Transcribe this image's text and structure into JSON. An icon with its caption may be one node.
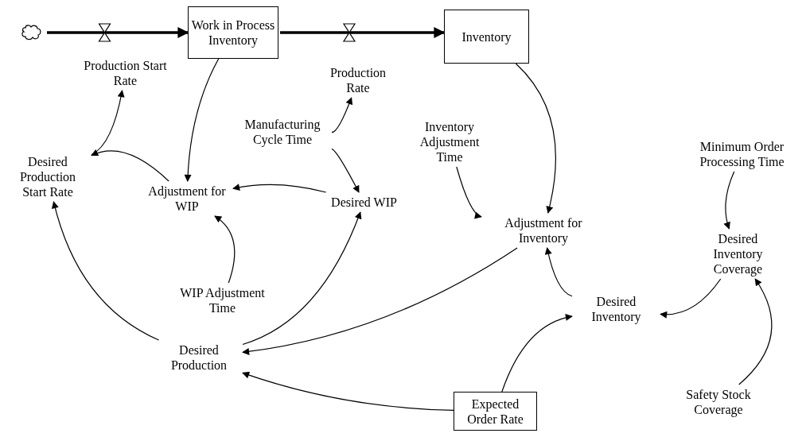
{
  "diagram": {
    "nodes": [
      {
        "text": [],
        "shape": "cloud"
      },
      {
        "text": [
          "Work in Process Inventory"
        ]
      },
      {
        "text": [
          "Inventory"
        ]
      },
      {
        "text": [
          "Production Start Rate"
        ]
      },
      {
        "text": [
          "Production Rate"
        ]
      },
      {
        "text": [
          "Desired Production Start Rate"
        ]
      },
      {
        "text": [
          "Manufacturing Cycle Time"
        ]
      },
      {
        "text": [
          "Adjustment for WIP"
        ]
      },
      {
        "text": [
          "Desired WIP"
        ]
      },
      {
        "text": [
          "WIP Adjustment Time"
        ]
      },
      {
        "text": [
          "Inventory Adjustment Time"
        ]
      },
      {
        "text": [
          "Adjustment for Inventory"
        ]
      },
      {
        "text": [
          "Minimum Order Processing Time"
        ]
      },
      {
        "text": [
          "Desired Inventory Coverage"
        ]
      },
      {
        "text": [
          "Desired Inventory"
        ]
      },
      {
        "text": [
          "Desired Production"
        ]
      },
      {
        "text": [
          "Safety Stock Coverage"
        ]
      },
      {
        "text": [
          "Expected Order Rate"
        ]
      }
    ],
    "edges": [
      {
        "from": 0,
        "to": 1,
        "arrow": "to",
        "style": "thick"
      },
      {
        "from": 1,
        "to": 2,
        "arrow": "to",
        "style": "thick"
      },
      {
        "from": 5,
        "to": 3,
        "arrow": "to"
      },
      {
        "from": 6,
        "to": 4,
        "arrow": "to"
      },
      {
        "from": 1,
        "to": 7,
        "arrow": "to"
      },
      {
        "from": 6,
        "to": 8,
        "arrow": "to"
      },
      {
        "from": 8,
        "to": 7,
        "arrow": "to"
      },
      {
        "from": 9,
        "to": 7,
        "arrow": "to"
      },
      {
        "from": 7,
        "to": 5,
        "arrow": "to"
      },
      {
        "from": 15,
        "to": 5,
        "arrow": "to"
      },
      {
        "from": 15,
        "to": 8,
        "arrow": "to"
      },
      {
        "from": 2,
        "to": 11,
        "arrow": "to"
      },
      {
        "from": 10,
        "to": 11,
        "arrow": "to"
      },
      {
        "from": 11,
        "to": 15,
        "arrow": "to"
      },
      {
        "from": 14,
        "to": 11,
        "arrow": "to"
      },
      {
        "from": 12,
        "to": 13,
        "arrow": "to"
      },
      {
        "from": 13,
        "to": 14,
        "arrow": "to"
      },
      {
        "from": 16,
        "to": 13,
        "arrow": "to"
      },
      {
        "from": 17,
        "to": 15,
        "arrow": "to"
      },
      {
        "from": 17,
        "to": 14,
        "arrow": "to"
      }
    ]
  }
}
